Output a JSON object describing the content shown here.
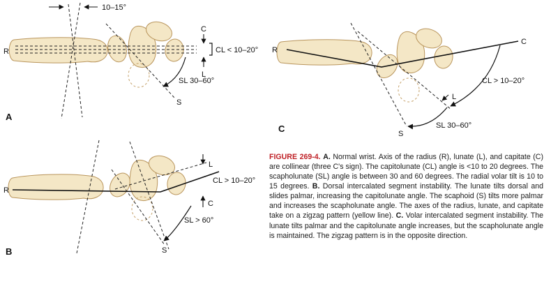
{
  "figure": {
    "panels": {
      "a": {
        "letter": "A",
        "labels": {
          "r": "R",
          "c": "C",
          "l": "L",
          "radial_tilt": "10–15°",
          "cl_angle": "CL < 10–20°",
          "sl_angle": "SL 30–60°",
          "s": "S"
        }
      },
      "b": {
        "letter": "B",
        "labels": {
          "r": "R",
          "l": "L",
          "c": "C",
          "cl_angle": "CL > 10–20°",
          "sl_angle": "SL > 60°",
          "s": "S"
        }
      },
      "c": {
        "letter": "C",
        "labels": {
          "r": "R",
          "c": "C",
          "l": "L",
          "cl_angle": "CL > 10–20°",
          "sl_angle": "SL 30–60°",
          "s": "S"
        }
      }
    },
    "caption": {
      "label": "FIGURE 269-4.",
      "segments": [
        {
          "bold": true,
          "text": "A."
        },
        {
          "bold": false,
          "text": " Normal wrist. Axis of the radius (R), lunate (L), and capitate (C) are collinear (three C's sign). The capitolunate (CL) angle is <10 to 20 degrees. The scapholunate (SL) angle is between 30 and 60 degrees. The radial volar tilt is 10 to 15 degrees. "
        },
        {
          "bold": true,
          "text": "B."
        },
        {
          "bold": false,
          "text": " Dorsal intercalated segment instability. The lunate tilts dorsal and slides palmar, increasing the capitolunate angle. The scaphoid (S) tilts more palmar and increases the scapholunate angle. The axes of the radius, lunate, and capitate take on a zigzag pattern (yellow line). "
        },
        {
          "bold": true,
          "text": "C."
        },
        {
          "bold": false,
          "text": " Volar intercalated segment instability. The lunate tilts palmar and the capitolunate angle increases, but the scapholunate angle is maintained. The zigzag pattern is in the opposite direction."
        }
      ]
    },
    "colors": {
      "bone_fill": "#f4e7c6",
      "bone_outline": "#b9955c",
      "line": "#111111",
      "figure_label_red": "#bf2026"
    }
  }
}
